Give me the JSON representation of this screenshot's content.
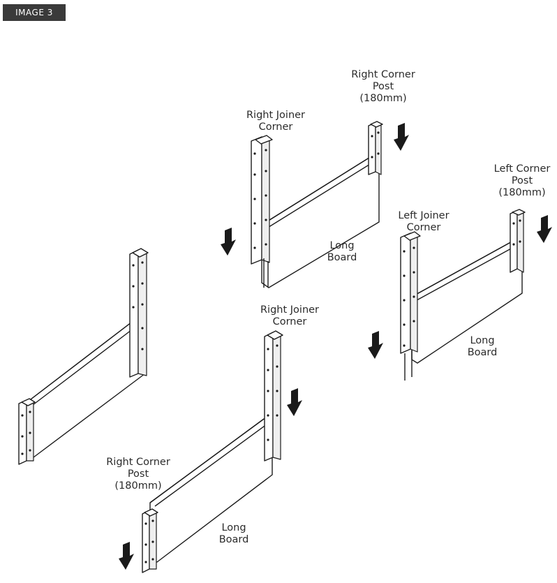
{
  "badge": "IMAGE 3",
  "labels": {
    "right_corner_post_top": [
      "Right Corner",
      "Post",
      "(180mm)"
    ],
    "right_joiner_corner_top": [
      "Right Joiner",
      "Corner"
    ],
    "long_board_top": [
      "Long",
      "Board"
    ],
    "left_corner_post": [
      "Left Corner",
      "Post",
      "(180mm)"
    ],
    "left_joiner_corner": [
      "Left Joiner",
      "Corner"
    ],
    "long_board_right": [
      "Long",
      "Board"
    ],
    "right_joiner_corner_bottom": [
      "Right Joiner",
      "Corner"
    ],
    "right_corner_post_bottom": [
      "Right Corner",
      "Post",
      "(180mm)"
    ],
    "long_board_bottom": [
      "Long",
      "Board"
    ]
  }
}
